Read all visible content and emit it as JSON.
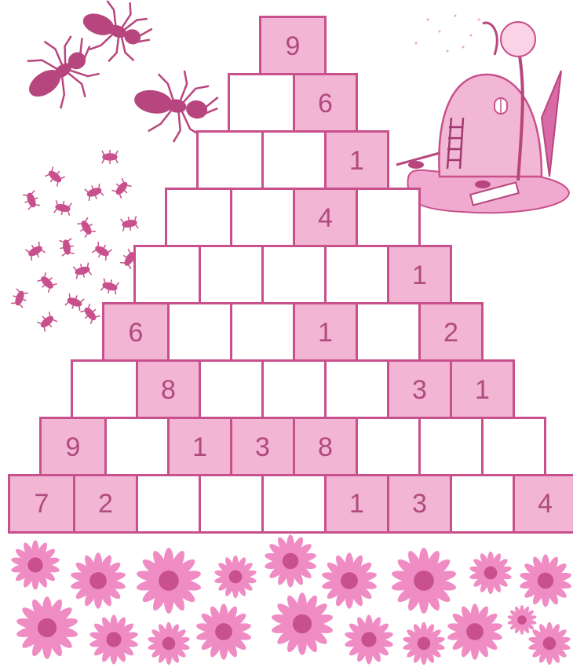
{
  "puzzle": {
    "rows": [
      [
        "9"
      ],
      [
        "",
        "6"
      ],
      [
        "",
        "",
        "1"
      ],
      [
        "",
        "",
        "4",
        ""
      ],
      [
        "",
        "",
        "",
        "",
        "1"
      ],
      [
        "6",
        "",
        "",
        "1",
        "",
        "2"
      ],
      [
        "",
        "8",
        "",
        "",
        "",
        "3",
        "1"
      ],
      [
        "9",
        "",
        "1",
        "3",
        "8",
        "",
        "",
        ""
      ],
      [
        "7",
        "2",
        "",
        "",
        "",
        "1",
        "3",
        "",
        "4"
      ]
    ]
  },
  "colors": {
    "border": "#c8508c",
    "filled_cell": "#f2b6d4",
    "number": "#b04a80",
    "ant": "#b8467e",
    "flower_petal": "#f08cc4",
    "flower_center": "#c8508c"
  },
  "decorations": {
    "icons": [
      "ant-icon",
      "anthill-icon",
      "flower-icon"
    ]
  }
}
